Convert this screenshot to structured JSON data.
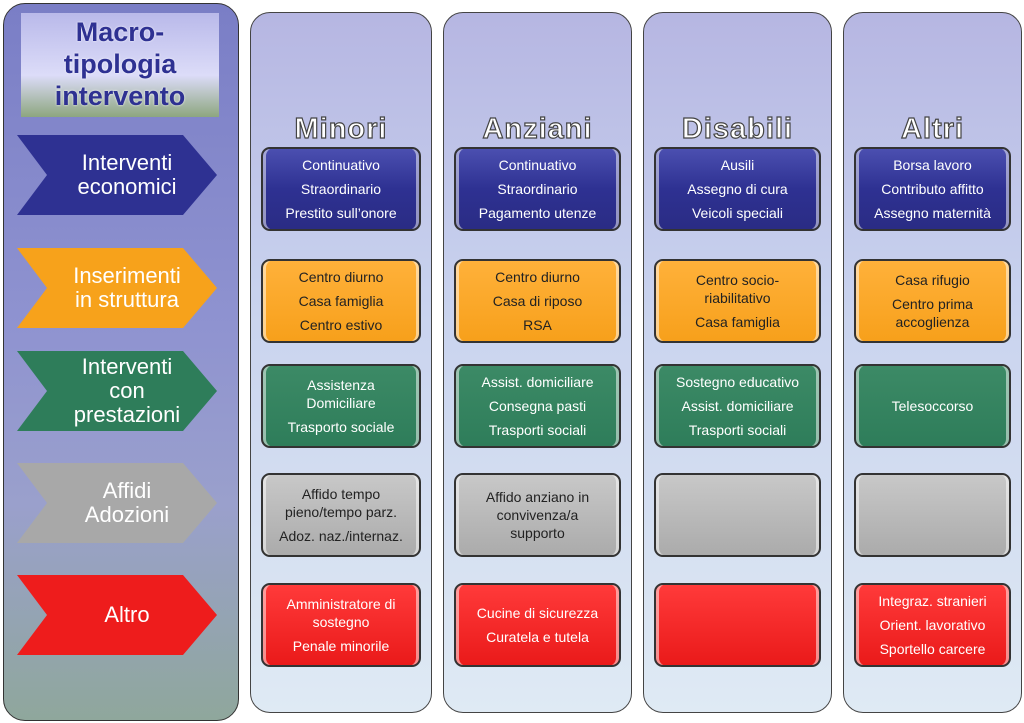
{
  "title": "Macro-\ntipologia\nintervento",
  "rows": [
    {
      "label": "Interventi\neconomici",
      "color": "#2e3192",
      "cls": "blue"
    },
    {
      "label": "Inserimenti\nin struttura",
      "color": "#f7a21b",
      "cls": "orange"
    },
    {
      "label": "Interventi\ncon\nprestazioni",
      "color": "#2e7d5a",
      "cls": "green"
    },
    {
      "label": "Affidi\nAdozioni",
      "color": "#a8a8a8",
      "cls": "grey"
    },
    {
      "label": "Altro",
      "color": "#ee1c1c",
      "cls": "red"
    }
  ],
  "columns": [
    {
      "header": "Minori",
      "cells": [
        [
          "Continuativo",
          "Straordinario",
          "Prestito sull’onore"
        ],
        [
          "Centro diurno",
          "Casa famiglia",
          "Centro estivo"
        ],
        [
          "Assistenza\nDomiciliare",
          "Trasporto sociale"
        ],
        [
          "Affido tempo\npieno/tempo parz.",
          "Adoz. naz./internaz."
        ],
        [
          "Amministratore di\nsostegno",
          "Penale minorile"
        ]
      ]
    },
    {
      "header": "Anziani",
      "cells": [
        [
          "Continuativo",
          "Straordinario",
          "Pagamento utenze"
        ],
        [
          "Centro diurno",
          "Casa di riposo",
          "RSA"
        ],
        [
          "Assist. domiciliare",
          "Consegna pasti",
          "Trasporti sociali"
        ],
        [
          "Affido anziano in\nconvivenza/a\nsupporto"
        ],
        [
          "Cucine di sicurezza",
          "Curatela e tutela"
        ]
      ]
    },
    {
      "header": "Disabili",
      "cells": [
        [
          "Ausili",
          "Assegno di cura",
          "Veicoli speciali"
        ],
        [
          "Centro socio-\nriabilitativo",
          "Casa famiglia"
        ],
        [
          "Sostegno educativo",
          "Assist. domiciliare",
          "Trasporti sociali"
        ],
        [],
        []
      ]
    },
    {
      "header": "Altri",
      "cells": [
        [
          "Borsa lavoro",
          "Contributo affitto",
          "Assegno maternità"
        ],
        [
          "Casa rifugio",
          "Centro prima\naccoglienza"
        ],
        [
          "Telesoccorso"
        ],
        [],
        [
          "Integraz. stranieri",
          "Orient. lavorativo",
          "Sportello carcere"
        ]
      ]
    }
  ]
}
